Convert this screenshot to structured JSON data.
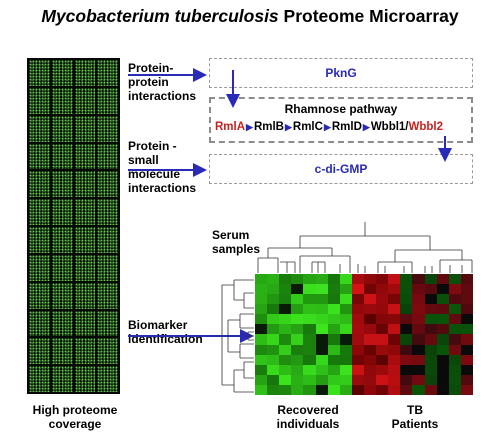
{
  "title": {
    "italic": "Mycobacterium tuberculosis",
    "rest": " Proteome Microarray"
  },
  "labels": {
    "ppi": "Protein-\nprotein\ninteractions",
    "psmi": "Protein -\nsmall\nmolecule\ninteractions",
    "serum": "Serum\nsamples",
    "biomarker": "Biomarker\nidentification",
    "coverage": "High proteome\ncoverage",
    "recovered": "Recovered\nindividuals",
    "tb": "TB\nPatients"
  },
  "boxes": {
    "pkng": "PknG",
    "rhamnose_title": "Rhamnose pathway",
    "cdigmp": "c-di-GMP"
  },
  "pathway": [
    {
      "name": "RmlA",
      "color": "#c8221e"
    },
    {
      "name": "RmlB",
      "color": "#000000"
    },
    {
      "name": "RmlC",
      "color": "#000000"
    },
    {
      "name": "RmlD",
      "color": "#000000"
    },
    {
      "name": "Wbbl1/",
      "color": "#000000"
    },
    {
      "name": "Wbbl2",
      "color": "#c8221e"
    }
  ],
  "colors": {
    "arrow": "#2a2ab8",
    "box_text": "#2a2ab8",
    "highlight": "#c8221e",
    "heat_green": "#33c21a",
    "heat_red": "#c4141a"
  }
}
